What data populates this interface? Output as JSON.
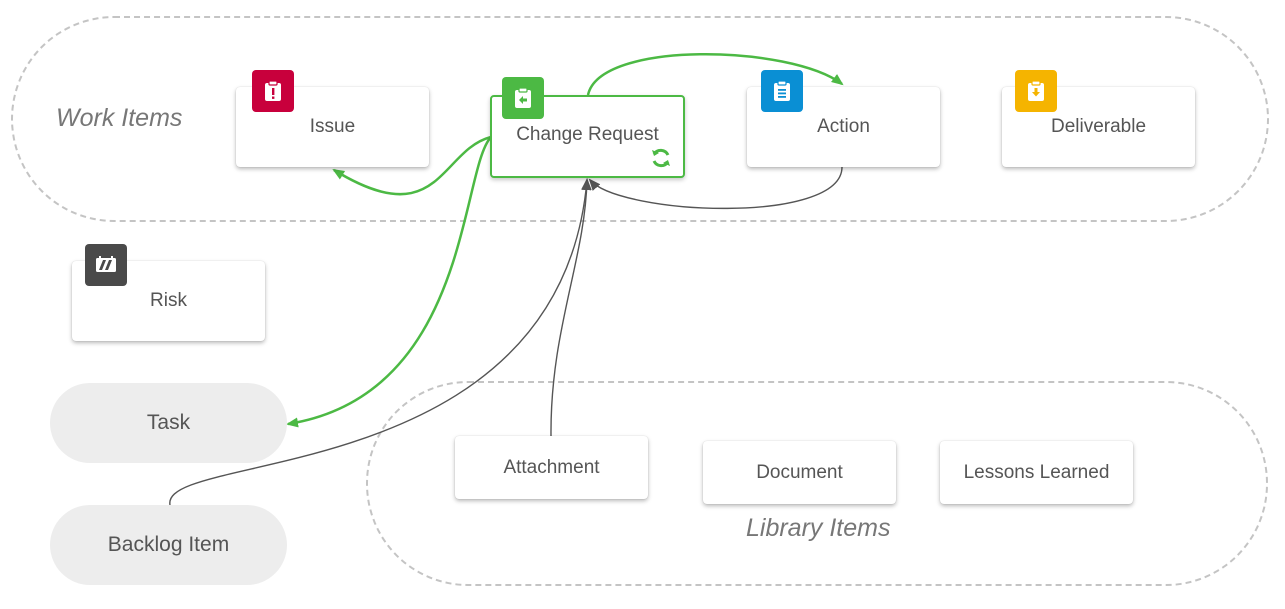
{
  "groups": {
    "work_items": "Work Items",
    "library_items": "Library Items"
  },
  "work_items": {
    "issue": {
      "label": "Issue",
      "icon": "exclamation-clipboard-icon",
      "color": "#c8003c"
    },
    "change_request": {
      "label": "Change Request",
      "icon": "arrow-clipboard-icon",
      "color": "#4cb944",
      "status_icon": "sync-icon"
    },
    "action": {
      "label": "Action",
      "icon": "list-clipboard-icon",
      "color": "#0a8fd4"
    },
    "deliverable": {
      "label": "Deliverable",
      "icon": "download-clipboard-icon",
      "color": "#f5b400"
    }
  },
  "other_items": {
    "risk": {
      "label": "Risk",
      "icon": "hazard-icon",
      "color": "#4a4a4a"
    },
    "task": {
      "label": "Task"
    },
    "backlog_item": {
      "label": "Backlog Item"
    }
  },
  "library_items": {
    "attachment": "Attachment",
    "document": "Document",
    "lessons_learned": "Lessons Learned"
  },
  "colors": {
    "accent_green": "#4cb944",
    "connector_dark": "#555555",
    "group_border": "#c4c4c4",
    "pill_background": "#ededed"
  }
}
